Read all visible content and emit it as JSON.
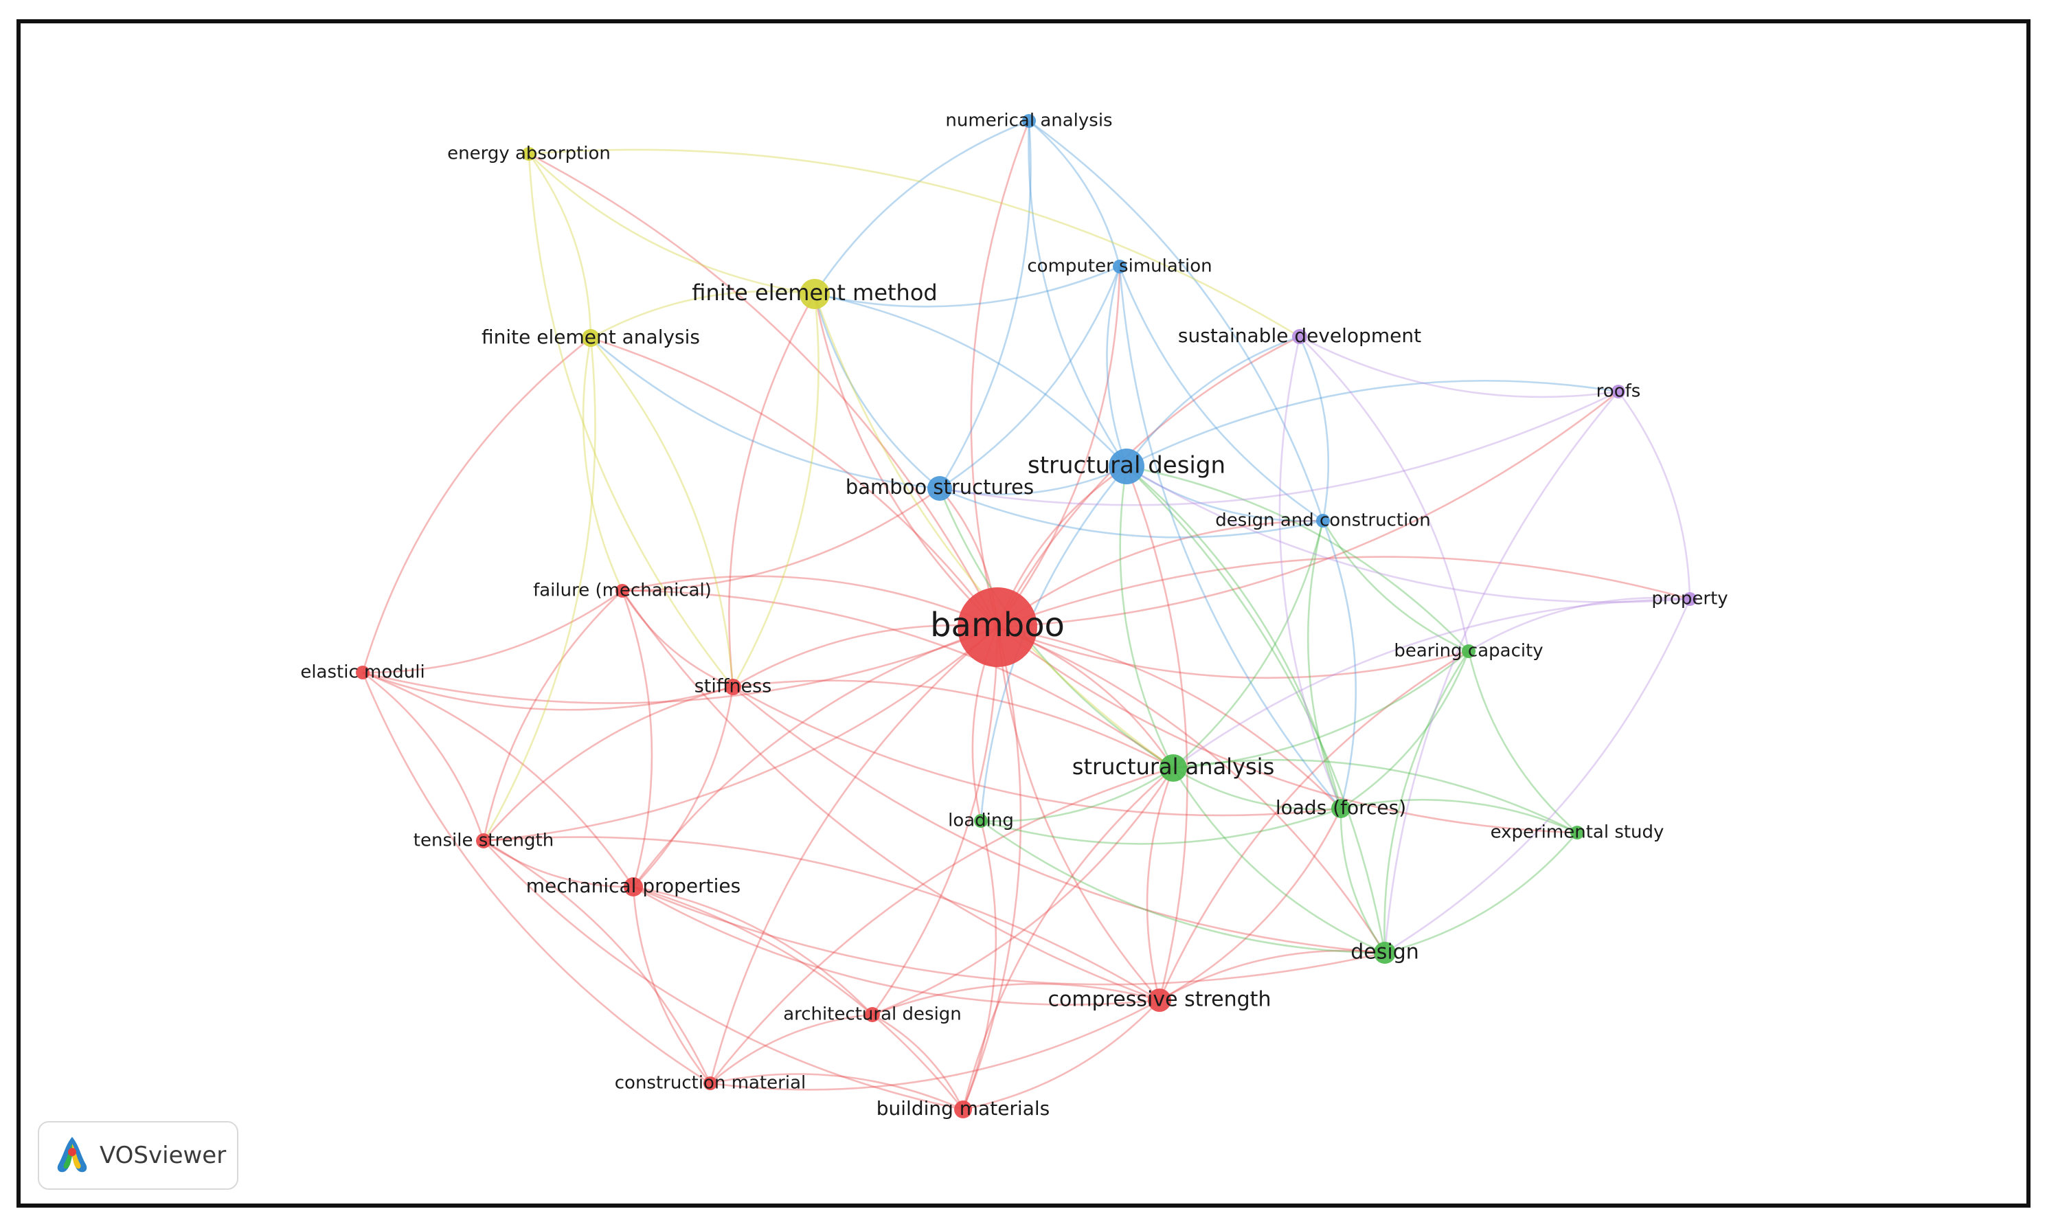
{
  "diagram": {
    "colors": {
      "red": "#e8484a",
      "green": "#4cb84c",
      "blue": "#4a98d8",
      "yellow": "#d3d23a",
      "purple": "#b88ee0",
      "border": "#111111"
    },
    "nodes": [
      {
        "id": "bamboo",
        "label": "bamboo",
        "cluster": "red"
      },
      {
        "id": "failure",
        "label": "failure (mechanical)",
        "cluster": "red"
      },
      {
        "id": "elastic",
        "label": "elastic moduli",
        "cluster": "red"
      },
      {
        "id": "stiffness",
        "label": "stiffness",
        "cluster": "red"
      },
      {
        "id": "tensile",
        "label": "tensile strength",
        "cluster": "red"
      },
      {
        "id": "mechprop",
        "label": "mechanical properties",
        "cluster": "red"
      },
      {
        "id": "archdesign",
        "label": "architectural design",
        "cluster": "red"
      },
      {
        "id": "constmat",
        "label": "construction material",
        "cluster": "red"
      },
      {
        "id": "buildmat",
        "label": "building materials",
        "cluster": "red"
      },
      {
        "id": "compressive",
        "label": "compressive strength",
        "cluster": "red"
      },
      {
        "id": "structanalysis",
        "label": "structural analysis",
        "cluster": "green"
      },
      {
        "id": "loading",
        "label": "loading",
        "cluster": "green"
      },
      {
        "id": "loads",
        "label": "loads (forces)",
        "cluster": "green"
      },
      {
        "id": "expstudy",
        "label": "experimental study",
        "cluster": "green"
      },
      {
        "id": "design",
        "label": "design",
        "cluster": "green"
      },
      {
        "id": "bearing",
        "label": "bearing capacity",
        "cluster": "green"
      },
      {
        "id": "numerical",
        "label": "numerical analysis",
        "cluster": "blue"
      },
      {
        "id": "compsim",
        "label": "computer simulation",
        "cluster": "blue"
      },
      {
        "id": "structdesign",
        "label": "structural design",
        "cluster": "blue"
      },
      {
        "id": "bamboostruct",
        "label": "bamboo structures",
        "cluster": "blue"
      },
      {
        "id": "designconst",
        "label": "design and construction",
        "cluster": "blue"
      },
      {
        "id": "energy",
        "label": "energy absorption",
        "cluster": "yellow"
      },
      {
        "id": "fem",
        "label": "finite element method",
        "cluster": "yellow"
      },
      {
        "id": "fea",
        "label": "finite element analysis",
        "cluster": "yellow"
      },
      {
        "id": "sustainable",
        "label": "sustainable development",
        "cluster": "purple"
      },
      {
        "id": "roofs",
        "label": "roofs",
        "cluster": "purple"
      },
      {
        "id": "property",
        "label": "property",
        "cluster": "purple"
      }
    ],
    "links": [
      [
        "bamboo",
        "failure"
      ],
      [
        "bamboo",
        "elastic"
      ],
      [
        "bamboo",
        "stiffness"
      ],
      [
        "bamboo",
        "tensile"
      ],
      [
        "bamboo",
        "mechprop"
      ],
      [
        "bamboo",
        "archdesign"
      ],
      [
        "bamboo",
        "constmat"
      ],
      [
        "bamboo",
        "buildmat"
      ],
      [
        "bamboo",
        "compressive"
      ],
      [
        "bamboo",
        "structanalysis"
      ],
      [
        "bamboo",
        "loading"
      ],
      [
        "bamboo",
        "loads"
      ],
      [
        "bamboo",
        "expstudy"
      ],
      [
        "bamboo",
        "design"
      ],
      [
        "bamboo",
        "bearing"
      ],
      [
        "bamboo",
        "numerical"
      ],
      [
        "bamboo",
        "compsim"
      ],
      [
        "bamboo",
        "structdesign"
      ],
      [
        "bamboo",
        "bamboostruct"
      ],
      [
        "bamboo",
        "designconst"
      ],
      [
        "bamboo",
        "energy"
      ],
      [
        "bamboo",
        "fem"
      ],
      [
        "bamboo",
        "fea"
      ],
      [
        "bamboo",
        "sustainable"
      ],
      [
        "bamboo",
        "roofs"
      ],
      [
        "bamboo",
        "property"
      ],
      [
        "failure",
        "stiffness"
      ],
      [
        "failure",
        "elastic"
      ],
      [
        "failure",
        "tensile"
      ],
      [
        "failure",
        "mechprop"
      ],
      [
        "failure",
        "compressive"
      ],
      [
        "failure",
        "structanalysis"
      ],
      [
        "failure",
        "bamboostruct"
      ],
      [
        "elastic",
        "tensile"
      ],
      [
        "elastic",
        "stiffness"
      ],
      [
        "elastic",
        "mechprop"
      ],
      [
        "elastic",
        "constmat"
      ],
      [
        "elastic",
        "fea"
      ],
      [
        "stiffness",
        "tensile"
      ],
      [
        "stiffness",
        "mechprop"
      ],
      [
        "stiffness",
        "design"
      ],
      [
        "stiffness",
        "structanalysis"
      ],
      [
        "stiffness",
        "loads"
      ],
      [
        "stiffness",
        "fem"
      ],
      [
        "tensile",
        "mechprop"
      ],
      [
        "tensile",
        "compressive"
      ],
      [
        "tensile",
        "buildmat"
      ],
      [
        "tensile",
        "constmat"
      ],
      [
        "mechprop",
        "compressive"
      ],
      [
        "mechprop",
        "buildmat"
      ],
      [
        "mechprop",
        "constmat"
      ],
      [
        "mechprop",
        "archdesign"
      ],
      [
        "mechprop",
        "design"
      ],
      [
        "archdesign",
        "buildmat"
      ],
      [
        "archdesign",
        "constmat"
      ],
      [
        "archdesign",
        "compressive"
      ],
      [
        "archdesign",
        "structanalysis"
      ],
      [
        "constmat",
        "buildmat"
      ],
      [
        "constmat",
        "compressive"
      ],
      [
        "constmat",
        "structanalysis"
      ],
      [
        "buildmat",
        "compressive"
      ],
      [
        "buildmat",
        "structanalysis"
      ],
      [
        "buildmat",
        "loading"
      ],
      [
        "compressive",
        "structanalysis"
      ],
      [
        "compressive",
        "loads"
      ],
      [
        "compressive",
        "design"
      ],
      [
        "compressive",
        "structdesign"
      ],
      [
        "compressive",
        "bearing"
      ],
      [
        "structanalysis",
        "loads"
      ],
      [
        "structanalysis",
        "loading"
      ],
      [
        "structanalysis",
        "design"
      ],
      [
        "structanalysis",
        "expstudy"
      ],
      [
        "structanalysis",
        "bearing"
      ],
      [
        "structanalysis",
        "structdesign"
      ],
      [
        "structanalysis",
        "designconst"
      ],
      [
        "structanalysis",
        "bamboostruct"
      ],
      [
        "loads",
        "design"
      ],
      [
        "loads",
        "expstudy"
      ],
      [
        "loads",
        "bearing"
      ],
      [
        "loads",
        "loading"
      ],
      [
        "loads",
        "structdesign"
      ],
      [
        "loads",
        "designconst"
      ],
      [
        "design",
        "expstudy"
      ],
      [
        "design",
        "bearing"
      ],
      [
        "design",
        "structdesign"
      ],
      [
        "design",
        "loading"
      ],
      [
        "bearing",
        "expstudy"
      ],
      [
        "bearing",
        "designconst"
      ],
      [
        "bearing",
        "structdesign"
      ],
      [
        "numerical",
        "compsim"
      ],
      [
        "numerical",
        "structdesign"
      ],
      [
        "numerical",
        "bamboostruct"
      ],
      [
        "numerical",
        "fem"
      ],
      [
        "numerical",
        "designconst"
      ],
      [
        "compsim",
        "structdesign"
      ],
      [
        "compsim",
        "bamboostruct"
      ],
      [
        "compsim",
        "designconst"
      ],
      [
        "compsim",
        "fem"
      ],
      [
        "compsim",
        "loads"
      ],
      [
        "structdesign",
        "bamboostruct"
      ],
      [
        "structdesign",
        "designconst"
      ],
      [
        "structdesign",
        "sustainable"
      ],
      [
        "structdesign",
        "fem"
      ],
      [
        "structdesign",
        "roofs"
      ],
      [
        "structdesign",
        "loading"
      ],
      [
        "bamboostruct",
        "fem"
      ],
      [
        "bamboostruct",
        "designconst"
      ],
      [
        "bamboostruct",
        "fea"
      ],
      [
        "designconst",
        "sustainable"
      ],
      [
        "designconst",
        "loads"
      ],
      [
        "energy",
        "fem"
      ],
      [
        "energy",
        "fea"
      ],
      [
        "energy",
        "stiffness"
      ],
      [
        "energy",
        "sustainable"
      ],
      [
        "fem",
        "fea"
      ],
      [
        "fem",
        "stiffness"
      ],
      [
        "fem",
        "structanalysis"
      ],
      [
        "fea",
        "stiffness"
      ],
      [
        "fea",
        "failure"
      ],
      [
        "fea",
        "tensile"
      ],
      [
        "sustainable",
        "roofs"
      ],
      [
        "sustainable",
        "bearing"
      ],
      [
        "sustainable",
        "loads"
      ],
      [
        "roofs",
        "property"
      ],
      [
        "roofs",
        "design"
      ],
      [
        "roofs",
        "bamboostruct"
      ],
      [
        "property",
        "bearing"
      ],
      [
        "property",
        "design"
      ],
      [
        "property",
        "structanalysis"
      ],
      [
        "property",
        "structdesign"
      ]
    ]
  },
  "badge": {
    "label": "VOSviewer",
    "icon": "vosviewer-logo-icon"
  }
}
